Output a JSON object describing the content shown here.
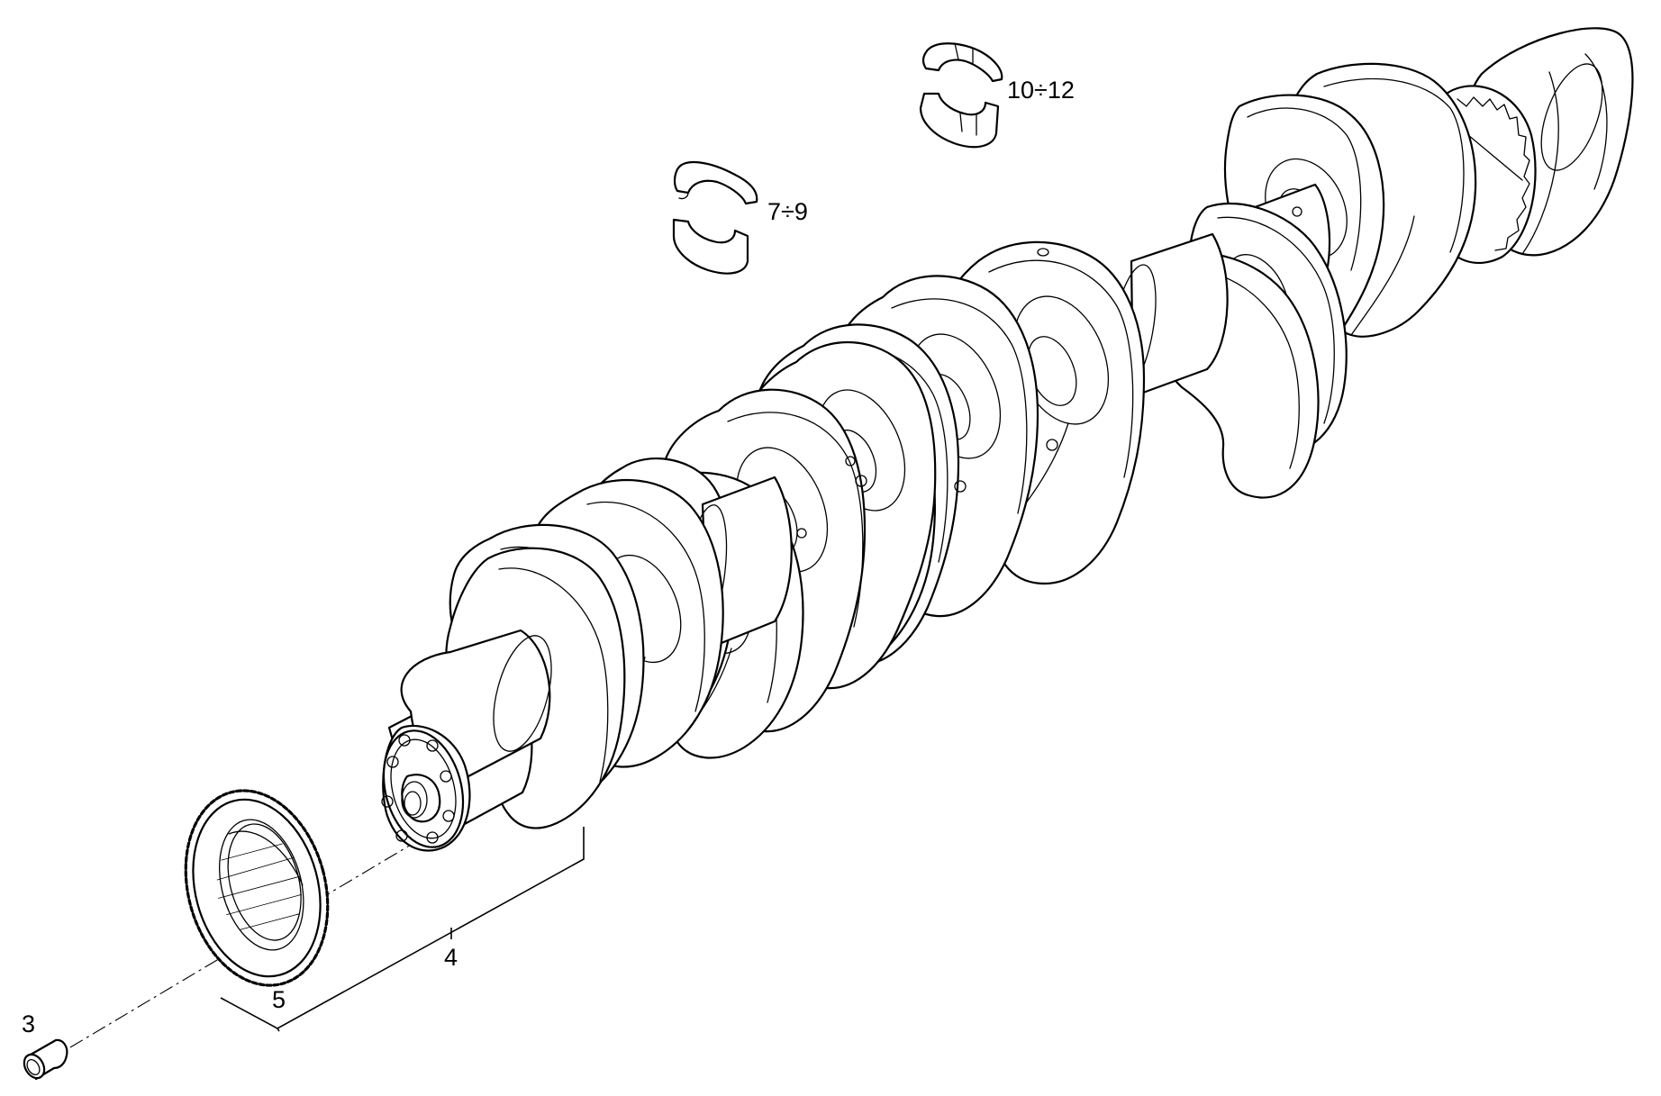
{
  "callouts": {
    "pin": "3",
    "crankshaft_assembly": "4",
    "timing_gear": "5",
    "main_bearing_shells": "7÷9",
    "conrod_bearing_shells": "10÷12"
  }
}
